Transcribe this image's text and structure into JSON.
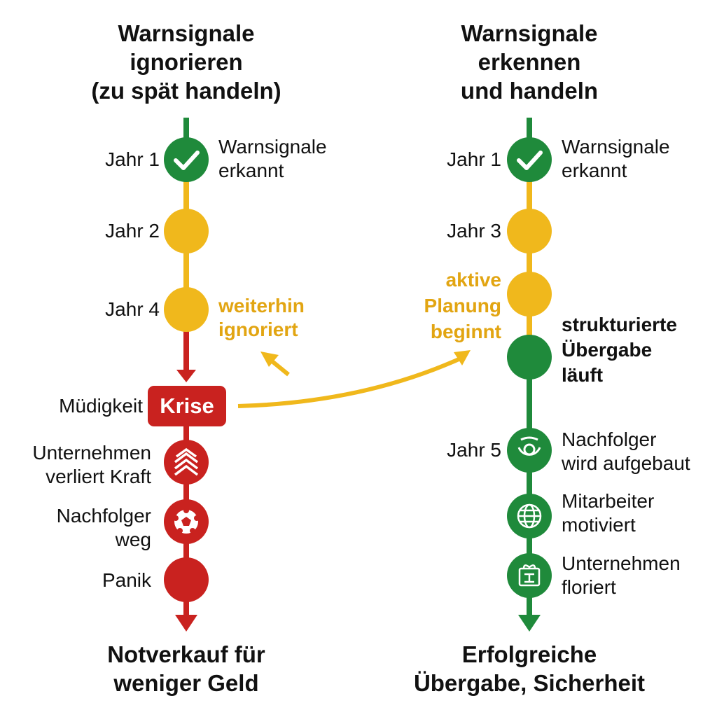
{
  "colors": {
    "green": "#1f8a3b",
    "yellow": "#f0b81c",
    "red": "#c9221f",
    "orange_text": "#e2a512"
  },
  "left": {
    "title": [
      "Warnsignale",
      "ignorieren",
      "(zu spät handeln)"
    ],
    "steps": [
      {
        "year": "Jahr 1",
        "label": [
          "Warnsignale",
          "erkannt"
        ],
        "icon": "check-icon"
      },
      {
        "year": "Jahr 2"
      },
      {
        "year": "Jahr 4",
        "label": [
          "weiterhin",
          "ignoriert"
        ]
      }
    ],
    "crisis": {
      "label": "Krise",
      "side_label": "Müdigkeit"
    },
    "consequences": [
      {
        "label": [
          "Unternehmen",
          "verliert Kraft"
        ],
        "icon": "chevrons-up-icon"
      },
      {
        "label": [
          "Nachfolger",
          "weg"
        ],
        "icon": "soccer-ball-icon"
      },
      {
        "label": [
          "Panik"
        ]
      }
    ],
    "outcome": [
      "Notverkauf für",
      "weniger Geld"
    ]
  },
  "right": {
    "title": [
      "Warnsignale",
      "erkennen",
      "und handeln"
    ],
    "steps": [
      {
        "year": "Jahr 1",
        "label": [
          "Warnsignale",
          "erkannt"
        ],
        "icon": "check-icon"
      },
      {
        "year": "Jahr 3"
      },
      {
        "label": [
          "aktive",
          "Planung",
          "beginnt"
        ]
      },
      {
        "label": [
          "strukturierte",
          "Übergabe",
          "läuft"
        ]
      },
      {
        "year": "Jahr 5",
        "label": [
          "Nachfolger",
          "wird aufgebaut"
        ],
        "icon": "face-icon"
      },
      {
        "label": [
          "Mitarbeiter",
          "motiviert"
        ],
        "icon": "globe-icon"
      },
      {
        "label": [
          "Unternehmen",
          "floriert"
        ],
        "icon": "gift-calendar-icon"
      }
    ],
    "outcome": [
      "Erfolgreiche",
      "Übergabe, Sicherheit"
    ]
  }
}
